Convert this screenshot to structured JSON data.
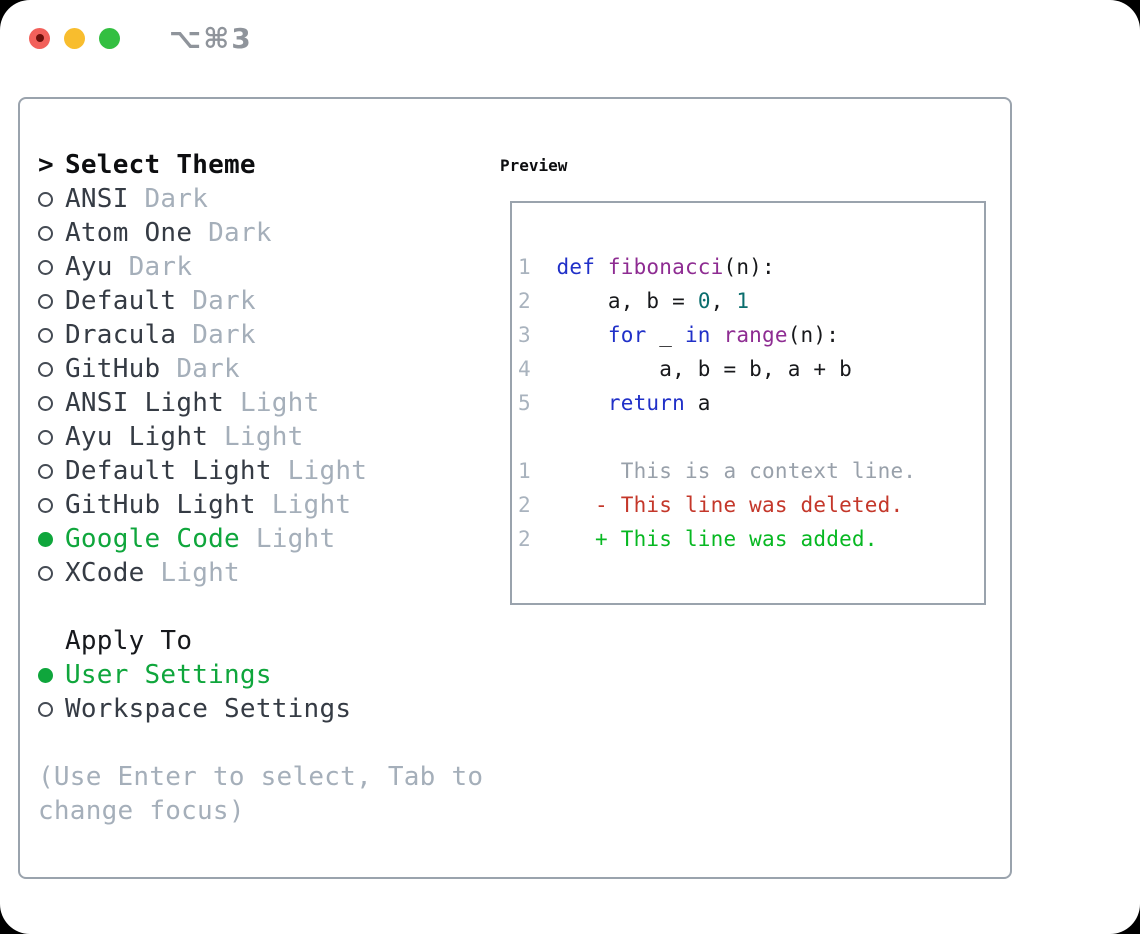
{
  "window": {
    "title": "⌥⌘3"
  },
  "select_theme": {
    "prompt": ">",
    "label": "Select Theme"
  },
  "themes": [
    {
      "name": "ANSI",
      "variant": "Dark",
      "selected": false
    },
    {
      "name": "Atom One",
      "variant": "Dark",
      "selected": false
    },
    {
      "name": "Ayu",
      "variant": "Dark",
      "selected": false
    },
    {
      "name": "Default",
      "variant": "Dark",
      "selected": false
    },
    {
      "name": "Dracula",
      "variant": "Dark",
      "selected": false
    },
    {
      "name": "GitHub",
      "variant": "Dark",
      "selected": false
    },
    {
      "name": "ANSI Light",
      "variant": "Light",
      "selected": false
    },
    {
      "name": "Ayu Light",
      "variant": "Light",
      "selected": false
    },
    {
      "name": "Default Light",
      "variant": "Light",
      "selected": false
    },
    {
      "name": "GitHub Light",
      "variant": "Light",
      "selected": false
    },
    {
      "name": "Google Code",
      "variant": "Light",
      "selected": true
    },
    {
      "name": "XCode",
      "variant": "Light",
      "selected": false
    }
  ],
  "apply_to": {
    "label": "Apply To",
    "options": [
      {
        "label": "User Settings",
        "selected": true
      },
      {
        "label": "Workspace Settings",
        "selected": false
      }
    ]
  },
  "hint": {
    "line1": "(Use Enter to select, Tab to",
    "line2": "change focus)"
  },
  "preview": {
    "label": "Preview",
    "lines": [
      {
        "num": "1",
        "kind": "code",
        "tokens": [
          [
            "pln",
            "  "
          ],
          [
            "kwd",
            "def"
          ],
          [
            "pln",
            " "
          ],
          [
            "typ",
            "fibonacci"
          ],
          [
            "pln",
            "(n):"
          ]
        ]
      },
      {
        "num": "2",
        "kind": "code",
        "tokens": [
          [
            "pln",
            "      a, b = "
          ],
          [
            "lit",
            "0"
          ],
          [
            "pln",
            ", "
          ],
          [
            "lit",
            "1"
          ]
        ]
      },
      {
        "num": "3",
        "kind": "code",
        "tokens": [
          [
            "pln",
            "      "
          ],
          [
            "kwd",
            "for"
          ],
          [
            "pln",
            " _ "
          ],
          [
            "kwd",
            "in"
          ],
          [
            "pln",
            " "
          ],
          [
            "typ",
            "range"
          ],
          [
            "pln",
            "(n):"
          ]
        ]
      },
      {
        "num": "4",
        "kind": "code",
        "tokens": [
          [
            "pln",
            "          a, b = b, a + b"
          ]
        ]
      },
      {
        "num": "5",
        "kind": "code",
        "tokens": [
          [
            "pln",
            "      "
          ],
          [
            "kwd",
            "return"
          ],
          [
            "pln",
            " a"
          ]
        ]
      },
      {
        "num": "",
        "kind": "blank",
        "tokens": []
      },
      {
        "num": "1",
        "kind": "diff-context",
        "tokens": [
          [
            "ctx",
            "       This is a context line."
          ]
        ]
      },
      {
        "num": "2",
        "kind": "diff-deleted",
        "tokens": [
          [
            "del",
            "     - This line was deleted."
          ]
        ]
      },
      {
        "num": "2",
        "kind": "diff-added",
        "tokens": [
          [
            "add",
            "     + This line was added."
          ]
        ]
      }
    ]
  },
  "colors": {
    "accent_green": "#0fa63c",
    "keyword_blue": "#2030c8",
    "type_purple": "#8e2c92",
    "literal_teal": "#0b6e6e",
    "deleted_red": "#c4372a",
    "added_green": "#07b822",
    "muted_gray": "#a5afba",
    "border_gray": "#9aa3ad",
    "traffic_red": "#f2605a",
    "traffic_yellow": "#f8bd2e",
    "traffic_green": "#33bf41"
  }
}
